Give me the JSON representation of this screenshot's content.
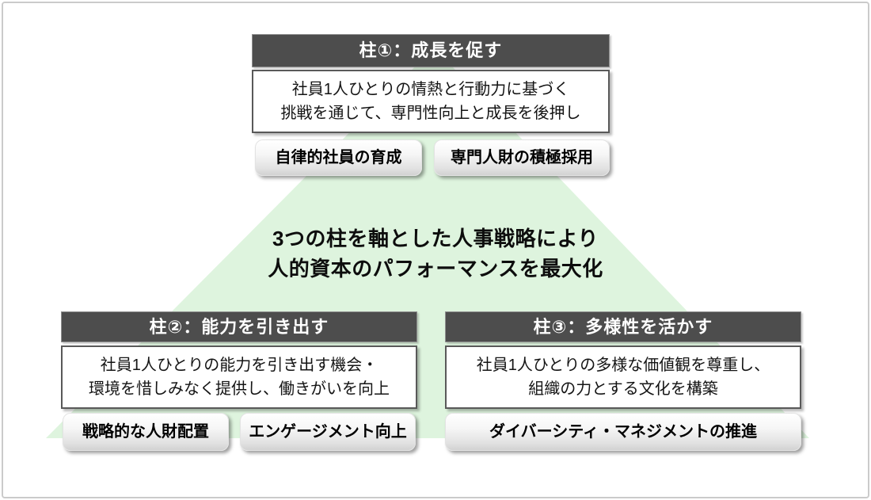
{
  "center_message": {
    "line1": "3つの柱を軸とした人事戦略により",
    "line2": "人的資本のパフォーマンスを最大化"
  },
  "pillars": [
    {
      "title": "柱①：成長を促す",
      "description_line1": "社員1人ひとりの情熱と行動力に基づく",
      "description_line2": "挑戦を通じて、専門性向上と成長を後押し",
      "tags": [
        "自律的社員の育成",
        "専門人財の積極採用"
      ]
    },
    {
      "title": "柱②：能力を引き出す",
      "description_line1": "社員1人ひとりの能力を引き出す機会・",
      "description_line2": "環境を惜しみなく提供し、働きがいを向上",
      "tags": [
        "戦略的な人財配置",
        "エンゲージメント向上"
      ]
    },
    {
      "title": "柱③：多様性を活かす",
      "description_line1": "社員1人ひとりの多様な価値観を尊重し、",
      "description_line2": "組織の力とする文化を構築",
      "tags": [
        "ダイバーシティ・マネジメントの推進"
      ]
    }
  ],
  "colors": {
    "header_bg": "#4d4d4d",
    "header_text": "#ffffff",
    "triangle_fill": "#def4de",
    "box_border": "#595959",
    "box_bg": "#ffffff",
    "badge_bg_top": "#ffffff",
    "badge_bg_bottom": "#d2d2d2",
    "badge_text": "#000000",
    "frame_border": "#cbcbcb"
  }
}
